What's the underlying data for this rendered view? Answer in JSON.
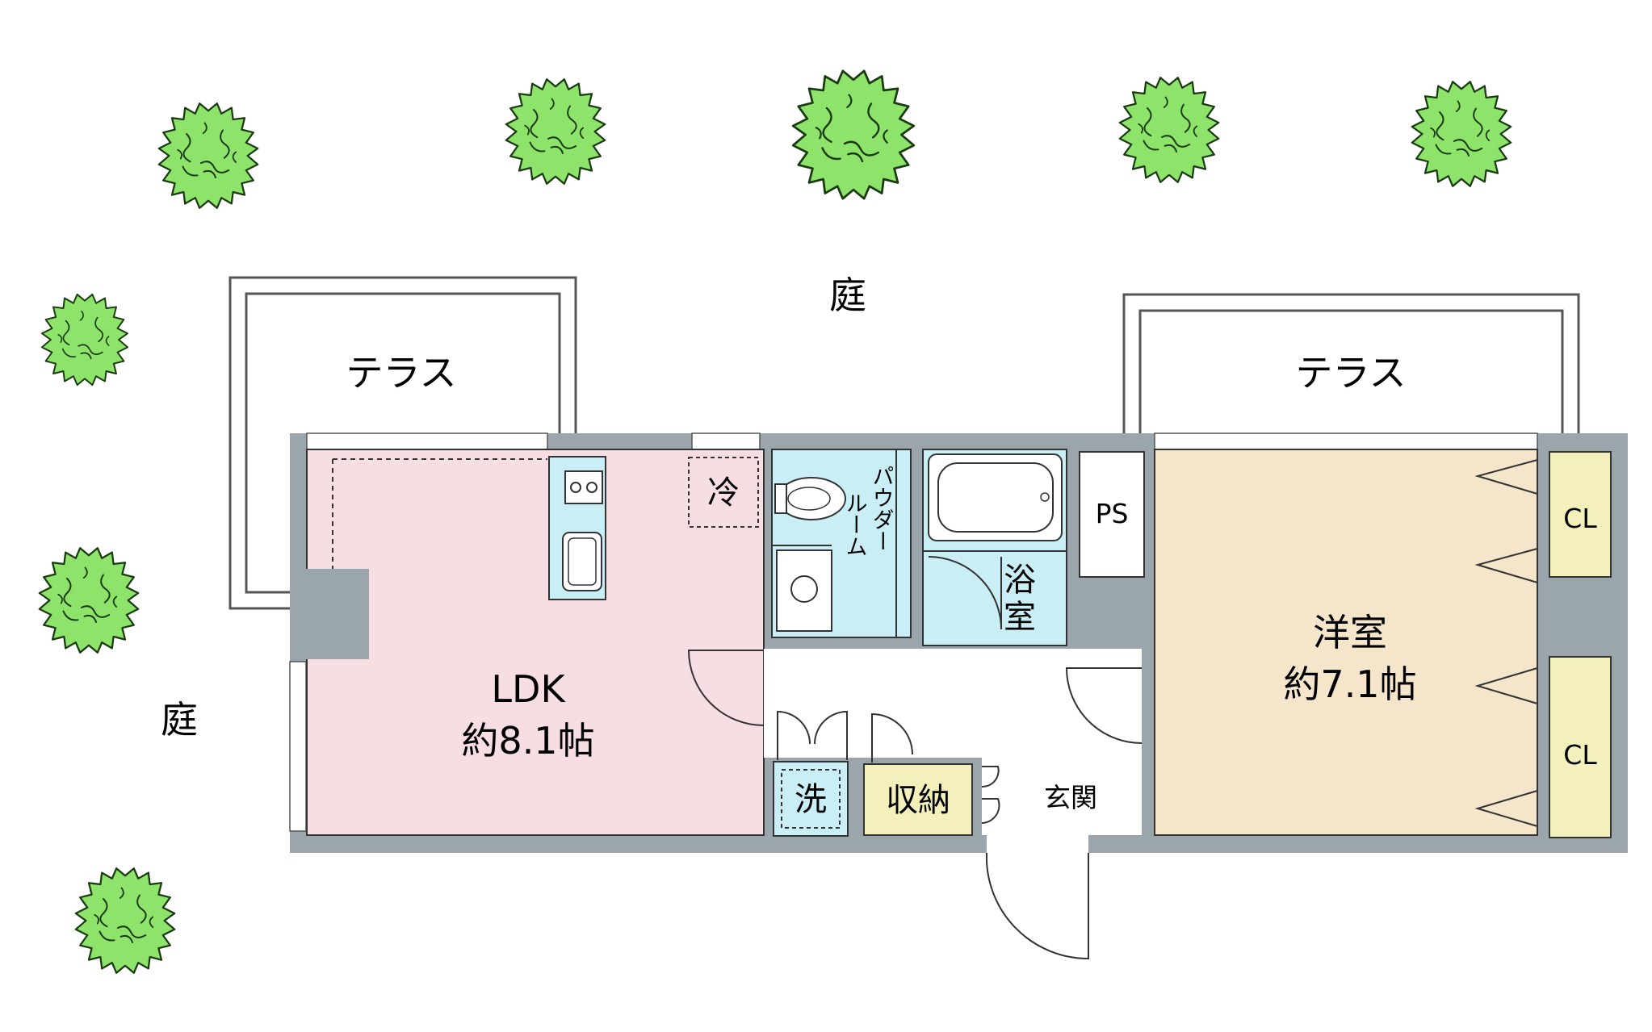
{
  "labels": {
    "garden_top": "庭",
    "garden_left": "庭",
    "terrace_left": "テラス",
    "terrace_right": "テラス",
    "ldk_name": "LDK",
    "ldk_size": "約8.1帖",
    "fridge": "冷",
    "powder_line1": "パウダー",
    "powder_line2": "ルーム",
    "bath_line1": "浴",
    "bath_line2": "室",
    "ps": "PS",
    "western_name": "洋室",
    "western_size": "約7.1帖",
    "closet_top": "CL",
    "closet_bottom": "CL",
    "washer": "洗",
    "storage": "収納",
    "entrance": "玄関"
  },
  "colors": {
    "wall": "#9aa6ac",
    "ldk": "#f6dee3",
    "wet_area": "#c9eef6",
    "western": "#f5e6cb",
    "closet": "#f3f0bc",
    "tree": "#8ee36b"
  },
  "icons": [
    "tree-icon",
    "stove-icon",
    "sink-icon",
    "toilet-icon",
    "washbasin-icon",
    "bathtub-icon"
  ]
}
